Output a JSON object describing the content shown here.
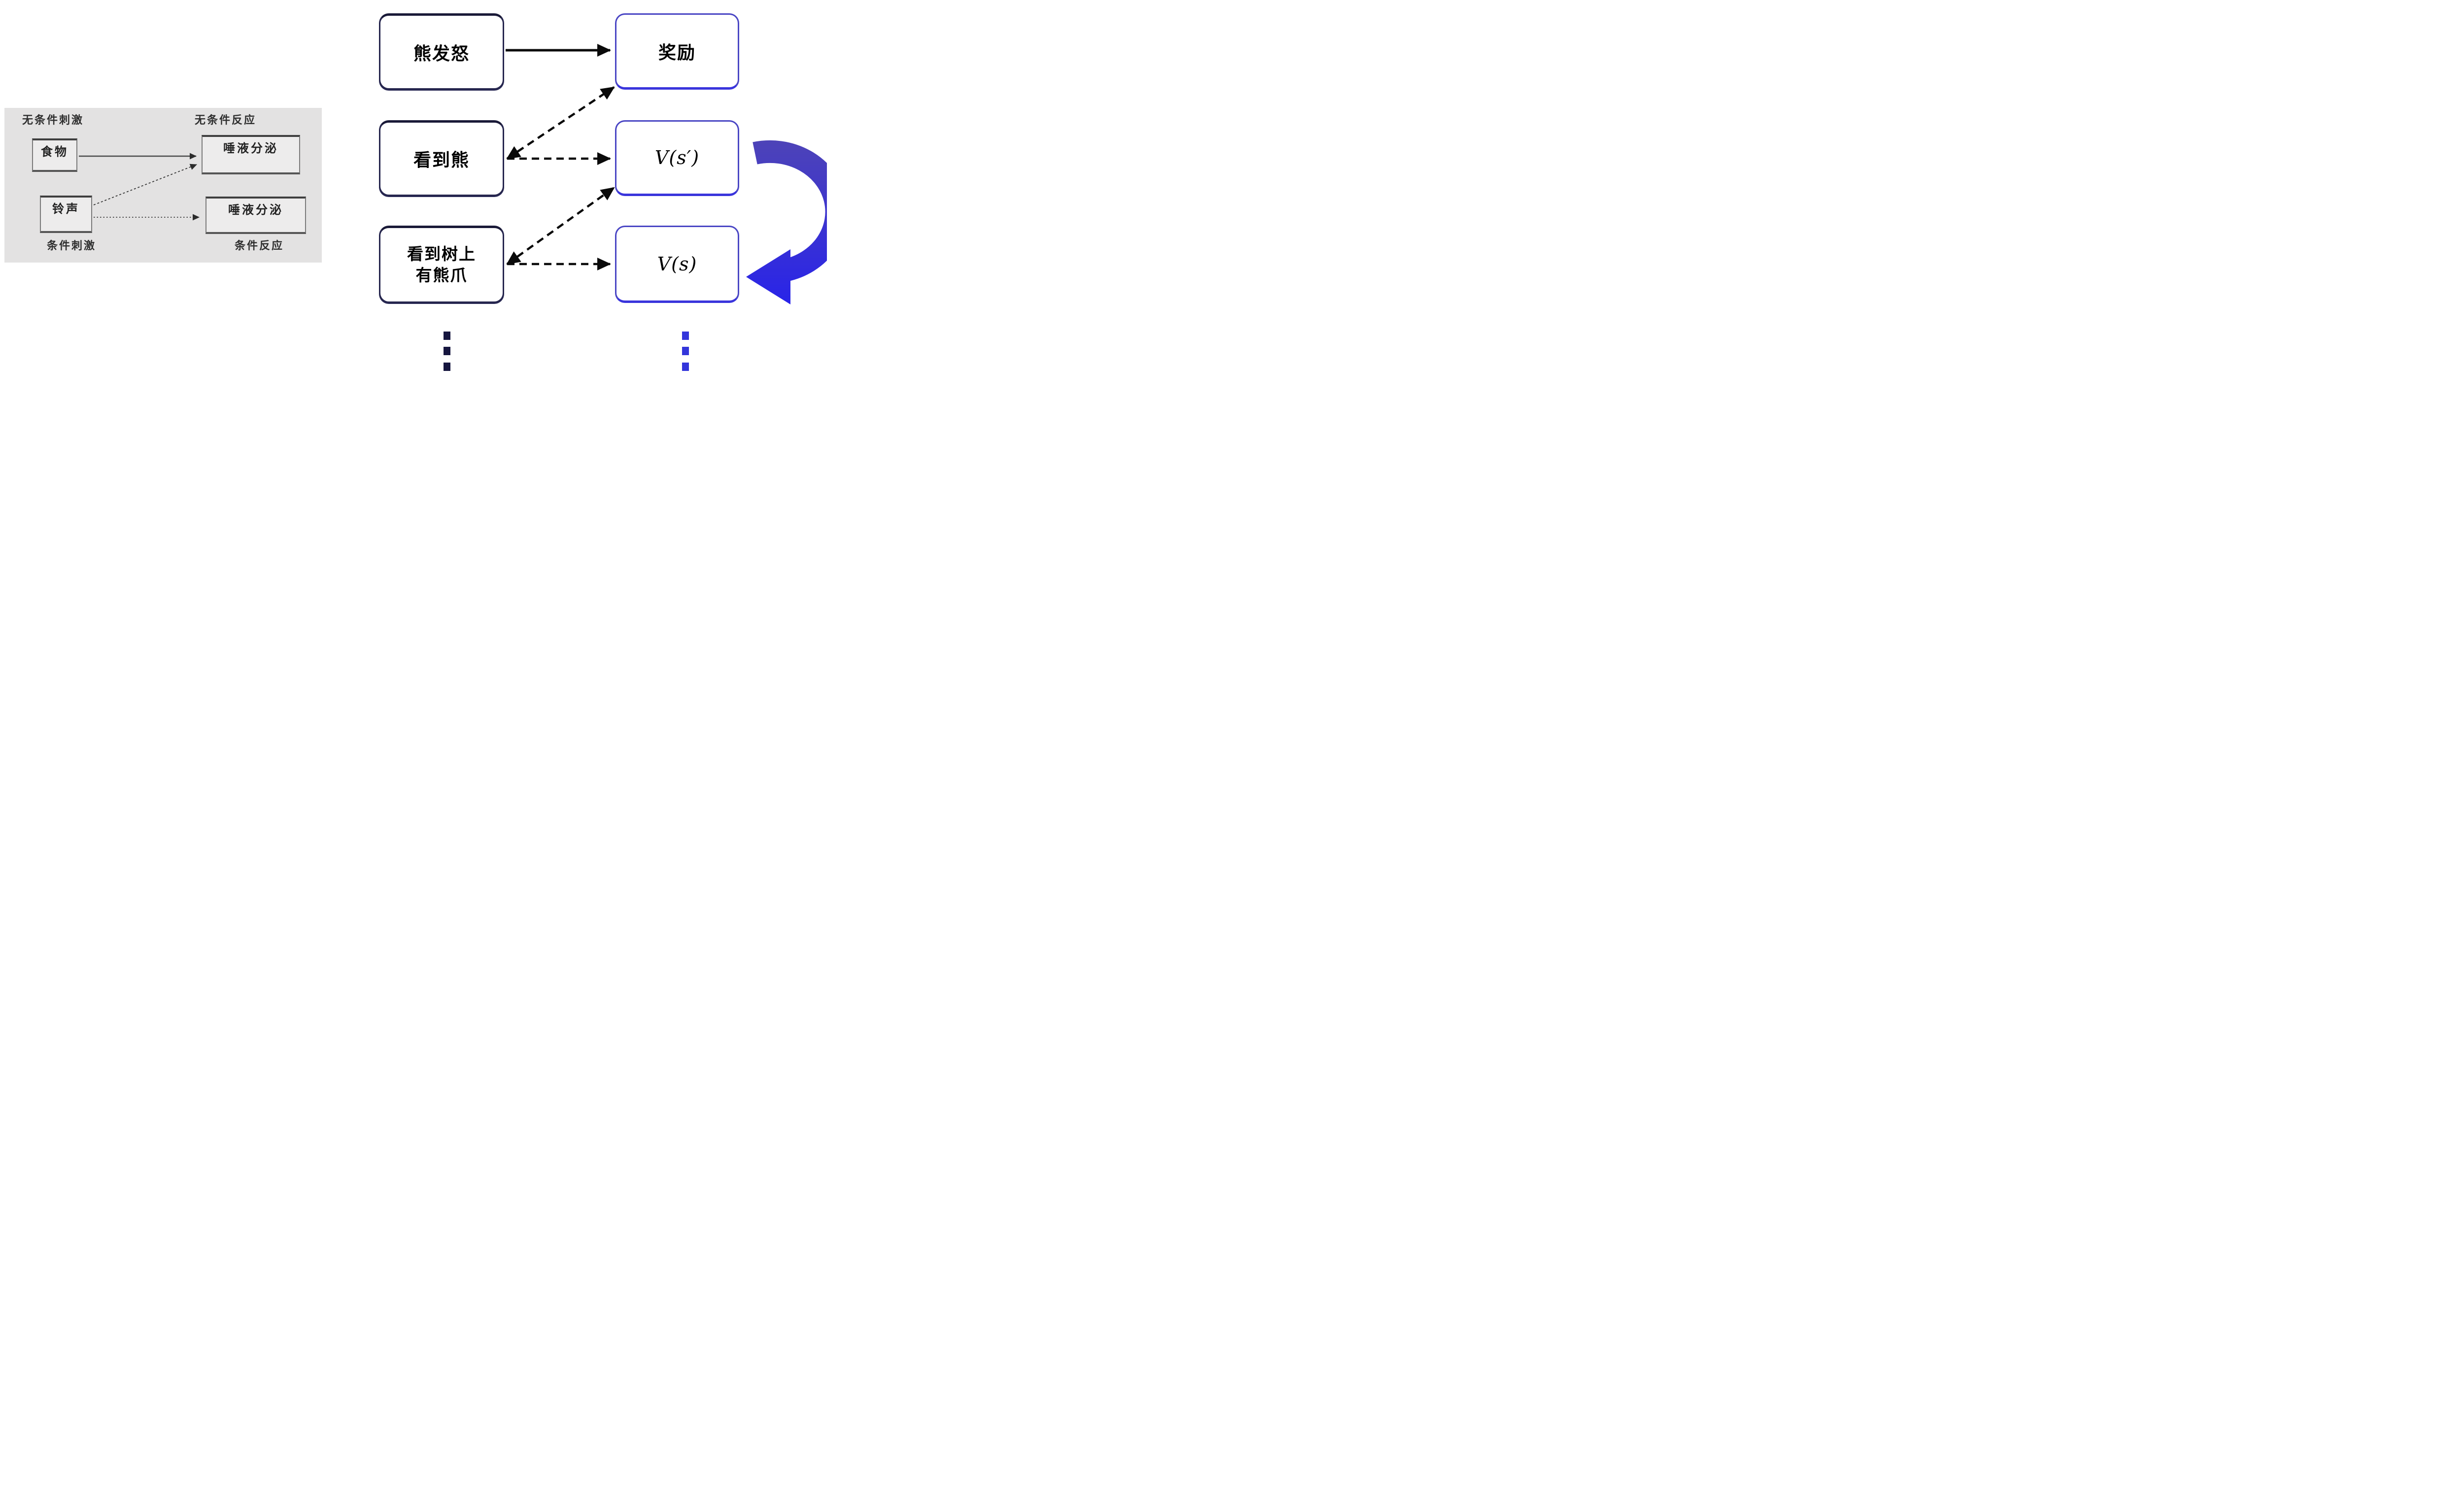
{
  "left_panel": {
    "labels": {
      "unconditioned_stimulus": "无条件刺激",
      "unconditioned_response": "无条件反应",
      "conditioned_stimulus": "条件刺激",
      "conditioned_response": "条件反应"
    },
    "boxes": {
      "food": "食物",
      "salivation_top": "唾液分泌",
      "bell": "铃声",
      "salivation_bottom": "唾液分泌"
    },
    "edges": [
      {
        "from": "食物",
        "to": "唾液分泌(上)",
        "style": "solid-arrow"
      },
      {
        "from": "铃声",
        "to": "唾液分泌(上)",
        "style": "dotted-arrow-diagonal"
      },
      {
        "from": "铃声",
        "to": "唾液分泌(下)",
        "style": "dotted-arrow-horizontal"
      }
    ],
    "colors": {
      "panel_bg": "#e3e2e2",
      "box_bg": "#edecec",
      "box_border": "#7a7a7a",
      "text": "#2e2e2e"
    }
  },
  "right_diagram": {
    "nodes": {
      "bear_angry": "熊发怒",
      "reward": "奖励",
      "see_bear": "看到熊",
      "v_s_prime": "V(s′)",
      "see_claws": "看到树上\n有熊爪",
      "v_s": "V(s)"
    },
    "edges": [
      {
        "from": "熊发怒",
        "to": "奖励",
        "style": "solid-arrow"
      },
      {
        "from": "看到熊",
        "to": "奖励",
        "style": "dashed-arrow",
        "bidirectional": true
      },
      {
        "from": "看到熊",
        "to": "V(s′)",
        "style": "dashed-arrow"
      },
      {
        "from": "看到树上有熊爪",
        "to": "V(s′)",
        "style": "dashed-arrow",
        "bidirectional": true
      },
      {
        "from": "看到树上有熊爪",
        "to": "V(s)",
        "style": "dashed-arrow"
      },
      {
        "from": "V(s′)",
        "to": "V(s)",
        "style": "curved-blue-arrow"
      }
    ],
    "colors": {
      "left_column_border": "#26264e",
      "right_column_border": "#4a46c4",
      "curved_arrow_top": "#4d43b8",
      "curved_arrow_bottom": "#2823ea",
      "dots_left": "#16163f",
      "dots_right": "#3335db"
    }
  }
}
